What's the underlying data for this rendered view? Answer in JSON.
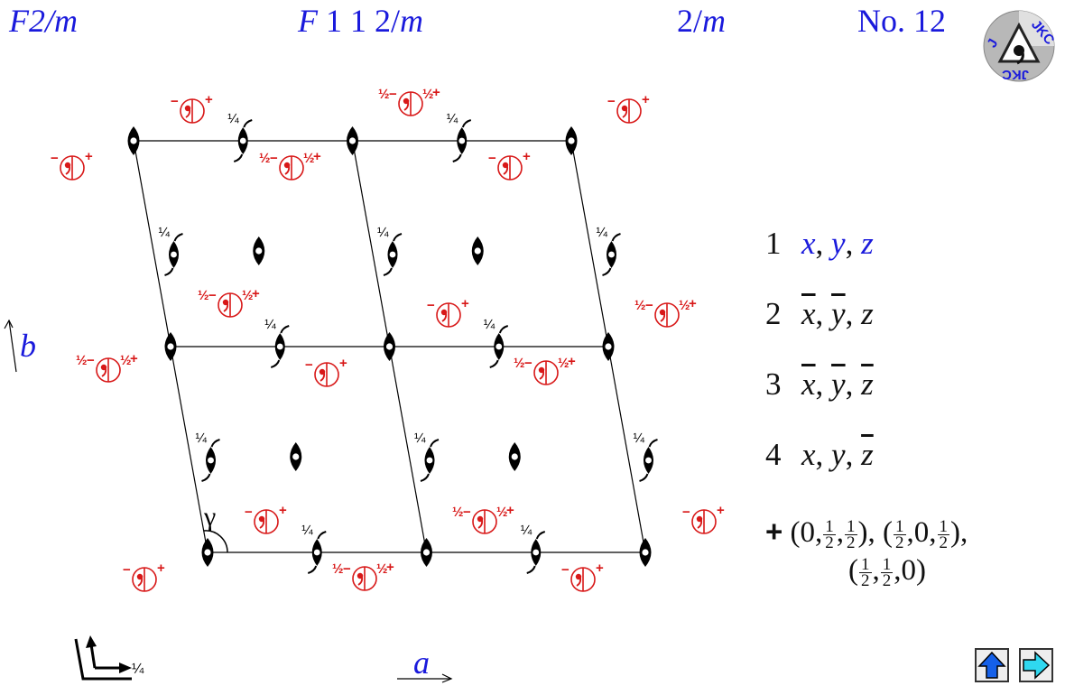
{
  "header": {
    "crystal_class_part1": "F2/",
    "crystal_class_part2": "m",
    "full_symbol_pre": "F",
    "full_symbol_mid": " 1 1 2/",
    "full_symbol_m": "m",
    "point_group_pre": "2/",
    "point_group_m": "m",
    "number": "No. 12"
  },
  "logo": {
    "text_top": "JKC",
    "text_bottom": "JKC"
  },
  "positions": [
    {
      "n": "1",
      "coords": [
        "x",
        "y",
        "z"
      ],
      "bars": [
        false,
        false,
        false
      ]
    },
    {
      "n": "2",
      "coords": [
        "x",
        "y",
        "z"
      ],
      "bars": [
        true,
        true,
        false
      ]
    },
    {
      "n": "3",
      "coords": [
        "x",
        "y",
        "z"
      ],
      "bars": [
        true,
        true,
        true
      ]
    },
    {
      "n": "4",
      "coords": [
        "x",
        "y",
        "z"
      ],
      "bars": [
        false,
        false,
        true
      ]
    }
  ],
  "centering": {
    "plus": "+",
    "v1a": "(0,",
    "v1b": ",",
    "v1c": "),",
    "v2a": "(",
    "v2b": ",0,",
    "v2c": "),",
    "v3a": "(",
    "v3b": ",",
    "v3c": ",0)",
    "half_num": "1",
    "half_den": "2"
  },
  "labels": {
    "quarter": "¼",
    "half": "½",
    "minus": "−",
    "plus": "+",
    "comma": ",",
    "gamma": "γ",
    "axis_a": "a",
    "axis_b": "b"
  },
  "colors": {
    "blue": "#1a1adc",
    "red": "#d81818",
    "black": "#000000",
    "nav_up": "#1560e8",
    "nav_next": "#2fd8f0"
  },
  "nav": {
    "up_icon": "arrow-up-icon",
    "next_icon": "arrow-right-icon"
  }
}
